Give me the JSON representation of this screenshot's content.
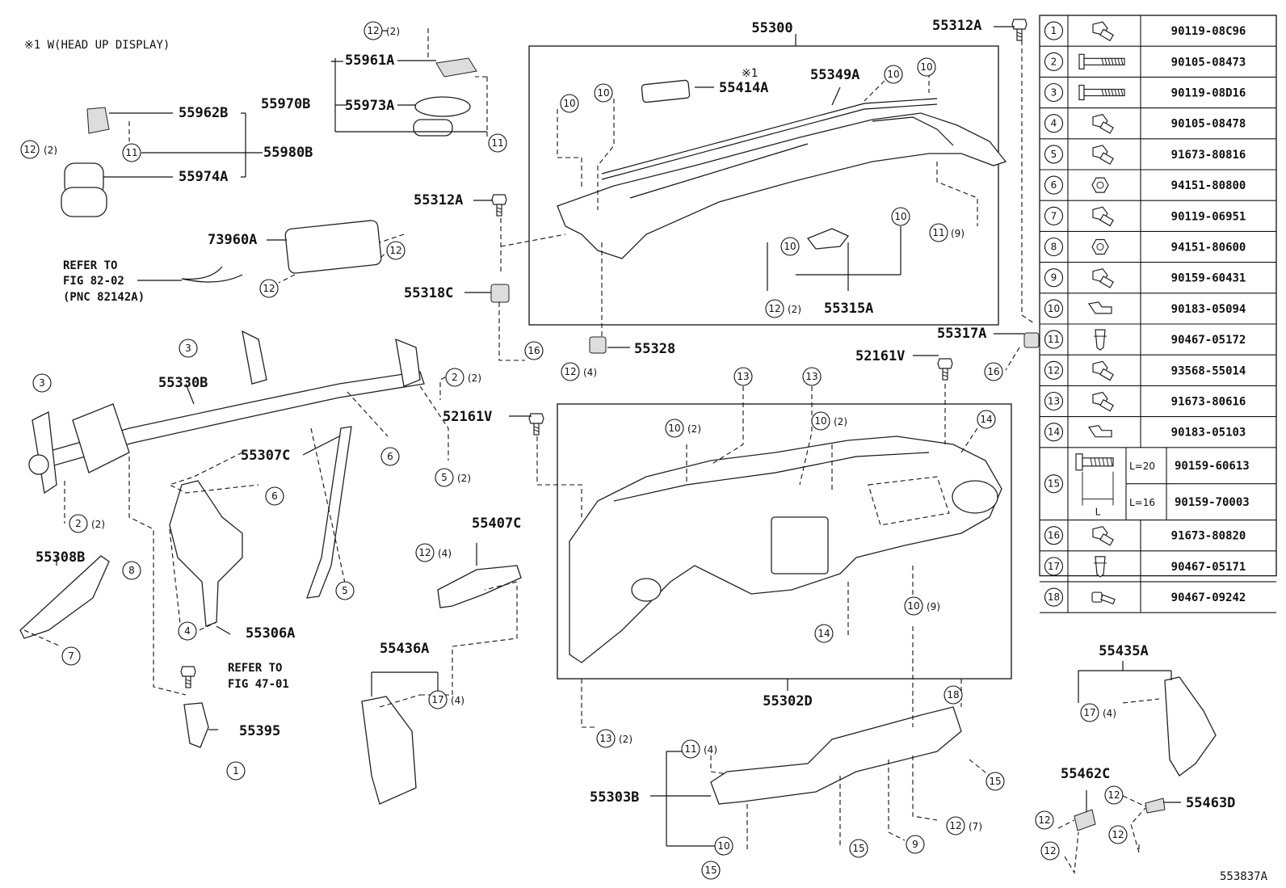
{
  "note": "※1  W(HEAD UP DISPLAY)",
  "figure_id": "553837A",
  "refs": {
    "fig82": [
      "REFER TO",
      "FIG 82-02",
      "(PNC 82142A)"
    ],
    "fig47": [
      "REFER TO",
      "FIG 47-01"
    ]
  },
  "labels": {
    "p55300": "55300",
    "p55312A_top": "55312A",
    "p55961A": "55961A",
    "p55970B": "55970B",
    "p55973A": "55973A",
    "p55962B": "55962B",
    "p55980B": "55980B",
    "p55974A": "55974A",
    "p55414A": "55414A",
    "p55349A": "55349A",
    "p55312A_mid": "55312A",
    "p73960A": "73960A",
    "p55318C": "55318C",
    "p55315A": "55315A",
    "p55317A": "55317A",
    "p55328": "55328",
    "p52161V_right": "52161V",
    "p52161V_left": "52161V",
    "p55330B": "55330B",
    "p55307C": "55307C",
    "p55407C": "55407C",
    "p55308B": "55308B",
    "p55306A": "55306A",
    "p55436A": "55436A",
    "p55302D": "55302D",
    "p55395": "55395",
    "p55303B": "55303B",
    "p55435A": "55435A",
    "p55462C": "55462C",
    "p55463D": "55463D",
    "star1_a": "※1",
    "star1_b": "※1"
  },
  "callouts": [
    {
      "n": "12",
      "q": "(2)"
    },
    {
      "n": "12",
      "q": "(2)"
    },
    {
      "n": "11",
      "q": ""
    },
    {
      "n": "11",
      "q": ""
    },
    {
      "n": "10",
      "q": ""
    },
    {
      "n": "10",
      "q": ""
    },
    {
      "n": "10",
      "q": ""
    },
    {
      "n": "10",
      "q": ""
    },
    {
      "n": "12",
      "q": ""
    },
    {
      "n": "12",
      "q": ""
    },
    {
      "n": "10",
      "q": ""
    },
    {
      "n": "10",
      "q": ""
    },
    {
      "n": "11",
      "q": "(9)"
    },
    {
      "n": "12",
      "q": "(2)"
    },
    {
      "n": "16",
      "q": ""
    },
    {
      "n": "12",
      "q": "(4)"
    },
    {
      "n": "16",
      "q": ""
    },
    {
      "n": "3",
      "q": ""
    },
    {
      "n": "3",
      "q": ""
    },
    {
      "n": "2",
      "q": "(2)"
    },
    {
      "n": "13",
      "q": ""
    },
    {
      "n": "13",
      "q": ""
    },
    {
      "n": "14",
      "q": ""
    },
    {
      "n": "10",
      "q": "(2)"
    },
    {
      "n": "10",
      "q": "(2)"
    },
    {
      "n": "6",
      "q": ""
    },
    {
      "n": "6",
      "q": ""
    },
    {
      "n": "5",
      "q": "(2)"
    },
    {
      "n": "2",
      "q": "(2)"
    },
    {
      "n": "8",
      "q": ""
    },
    {
      "n": "7",
      "q": ""
    },
    {
      "n": "5",
      "q": ""
    },
    {
      "n": "4",
      "q": ""
    },
    {
      "n": "12",
      "q": "(4)"
    },
    {
      "n": "14",
      "q": ""
    },
    {
      "n": "10",
      "q": "(9)"
    },
    {
      "n": "17",
      "q": "(4)"
    },
    {
      "n": "18",
      "q": ""
    },
    {
      "n": "1",
      "q": ""
    },
    {
      "n": "13",
      "q": "(2)"
    },
    {
      "n": "11",
      "q": "(4)"
    },
    {
      "n": "15",
      "q": ""
    },
    {
      "n": "12",
      "q": "(7)"
    },
    {
      "n": "17",
      "q": "(4)"
    },
    {
      "n": "10",
      "q": ""
    },
    {
      "n": "15",
      "q": ""
    },
    {
      "n": "15",
      "q": ""
    },
    {
      "n": "9",
      "q": ""
    },
    {
      "n": "12",
      "q": ""
    },
    {
      "n": "12",
      "q": ""
    },
    {
      "n": "12",
      "q": ""
    },
    {
      "n": "12",
      "q": ""
    }
  ],
  "legend": [
    {
      "n": "1",
      "part": "90119-08C96",
      "icon": "hex-bolt-icon"
    },
    {
      "n": "2",
      "part": "90105-08473",
      "icon": "long-bolt-icon"
    },
    {
      "n": "3",
      "part": "90119-08D16",
      "icon": "long-bolt-icon"
    },
    {
      "n": "4",
      "part": "90105-08478",
      "icon": "hex-bolt-icon"
    },
    {
      "n": "5",
      "part": "91673-80816",
      "icon": "hex-bolt-icon"
    },
    {
      "n": "6",
      "part": "94151-80800",
      "icon": "hex-nut-icon"
    },
    {
      "n": "7",
      "part": "90119-06951",
      "icon": "hex-bolt-icon"
    },
    {
      "n": "8",
      "part": "94151-80600",
      "icon": "hex-nut-icon"
    },
    {
      "n": "9",
      "part": "90159-60431",
      "icon": "hex-bolt-icon"
    },
    {
      "n": "10",
      "part": "90183-05094",
      "icon": "clip-nut-icon"
    },
    {
      "n": "11",
      "part": "90467-05172",
      "icon": "push-clip-icon"
    },
    {
      "n": "12",
      "part": "93568-55014",
      "icon": "hex-bolt-icon"
    },
    {
      "n": "13",
      "part": "91673-80616",
      "icon": "hex-bolt-icon"
    },
    {
      "n": "14",
      "part": "90183-05103",
      "icon": "clip-nut-icon"
    },
    {
      "n": "15",
      "part": "",
      "icon": "screw-length-icon",
      "variants": [
        {
          "len": "L=20",
          "part": "90159-60613"
        },
        {
          "len": "L=16",
          "part": "90159-70003"
        }
      ],
      "dim": "L"
    },
    {
      "n": "16",
      "part": "91673-80820",
      "icon": "hex-bolt-icon"
    },
    {
      "n": "17",
      "part": "90467-05171",
      "icon": "push-clip-icon"
    },
    {
      "n": "18",
      "part": "90467-09242",
      "icon": "rivet-clip-icon"
    }
  ]
}
